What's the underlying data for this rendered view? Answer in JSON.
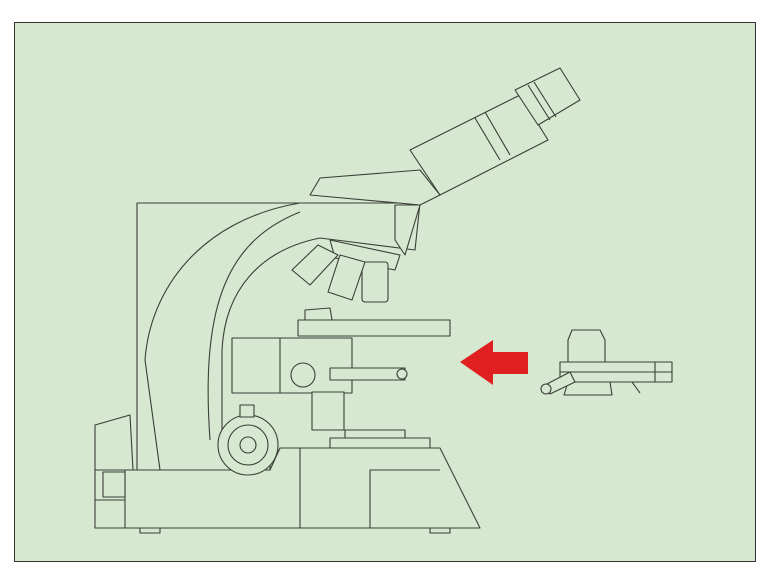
{
  "figure": {
    "subject": "microscope-with-condenser-insertion",
    "colors": {
      "background": "#d6e8d0",
      "line": "#3a3f36",
      "arrow": "#e02020",
      "frame": "#333333"
    },
    "icons": [
      "microscope-illustration",
      "arrow-left-icon",
      "condenser-illustration"
    ]
  }
}
